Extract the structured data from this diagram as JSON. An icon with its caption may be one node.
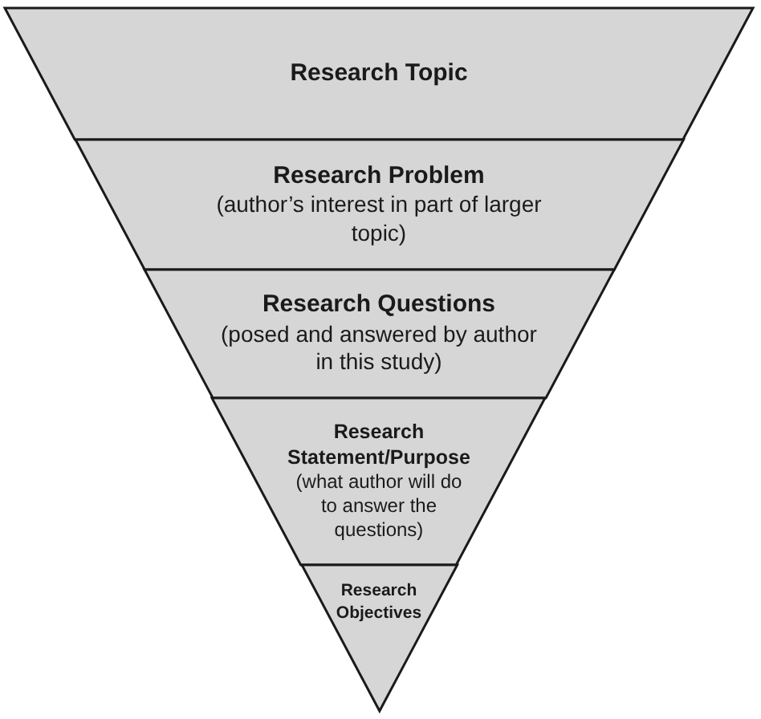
{
  "diagram": {
    "nodes": [
      {
        "text": [
          "Research Topic"
        ]
      },
      {
        "text": [
          "Research Problem",
          "(author’s interest in part of larger topic)"
        ]
      },
      {
        "text": [
          "Research Questions",
          "(posed and answered by author in this study)"
        ]
      },
      {
        "text": [
          "Research Statement/Purpose",
          "(what author will do to answer the questions)"
        ]
      },
      {
        "text": [
          "Research Objectives"
        ]
      }
    ]
  }
}
